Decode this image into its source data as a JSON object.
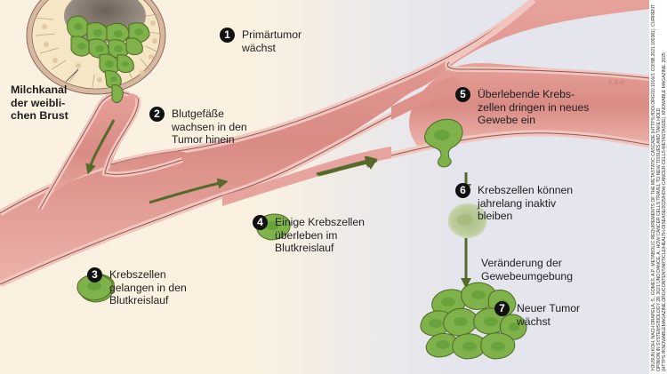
{
  "diagram": {
    "language": "de",
    "duct_label": "Milchkanal\nder weibli-\nchen Brust",
    "steps": [
      {
        "number": "1",
        "text": "Primärtumor\nwächst"
      },
      {
        "number": "2",
        "text": "Blutgefäße\nwachsen in den\nTumor hinein"
      },
      {
        "number": "3",
        "text": "Krebszellen\ngelangen in den\nBlutkreislauf"
      },
      {
        "number": "4",
        "text": "Einige Krebszellen\nüberleben im\nBlutkreislauf"
      },
      {
        "number": "5",
        "text": "Überlebende Krebs-\nzellen dringen in neues\nGewebe ein"
      },
      {
        "number": "6",
        "text": "Krebszellen können\njahrelang inaktiv\nbleiben"
      },
      {
        "number": "7",
        "text": "Neuer Tumor\nwächst"
      }
    ],
    "transition_label": "Veränderung der\nGewebeumgebung",
    "signature": "Y. Koh",
    "credit": "YOUSUN KOH, NACH DRAPELA, S., GOMES, A.P.: METABOLIC REQUIREMENTS OF THE METASTATIC CASCADE (HTTPS://DOI.ORG/10.1016/J. COISB.2021.100381). CURRENT OPINION IN SYSTEMS BIOLOGY 28, 2021 UND DANCE, A.: HOW CANCER CELLS TRAVEL TO NEW TISSUES AND TAKE HOLD (HTTPS://KNOWABLEMAGAZINE.ORG/CONTENT/ARTICLE/HEALTH-DISEASE/2025/HOW-CANCER-CELLS-METASTASIZE). KNOWABLE MAGAZINE. 2025",
    "colors": {
      "tissue_background": "#faf1e0",
      "new_tissue_background": "#e4e5ed",
      "vessel_fill": "#e7a39d",
      "vessel_inner": "#d9817c",
      "vessel_wall": "#f2c6bf",
      "vessel_outline": "#8a5a50",
      "cancer_cell": "#7fb24a",
      "cancer_cell_dark": "#5f9a35",
      "cancer_cell_outline": "#4e6b22",
      "dormant_cell": "#b9cc96",
      "arrow": "#556b2a",
      "duct_cell": "#f6e6c6",
      "duct_lumen": "#8d8075"
    }
  }
}
